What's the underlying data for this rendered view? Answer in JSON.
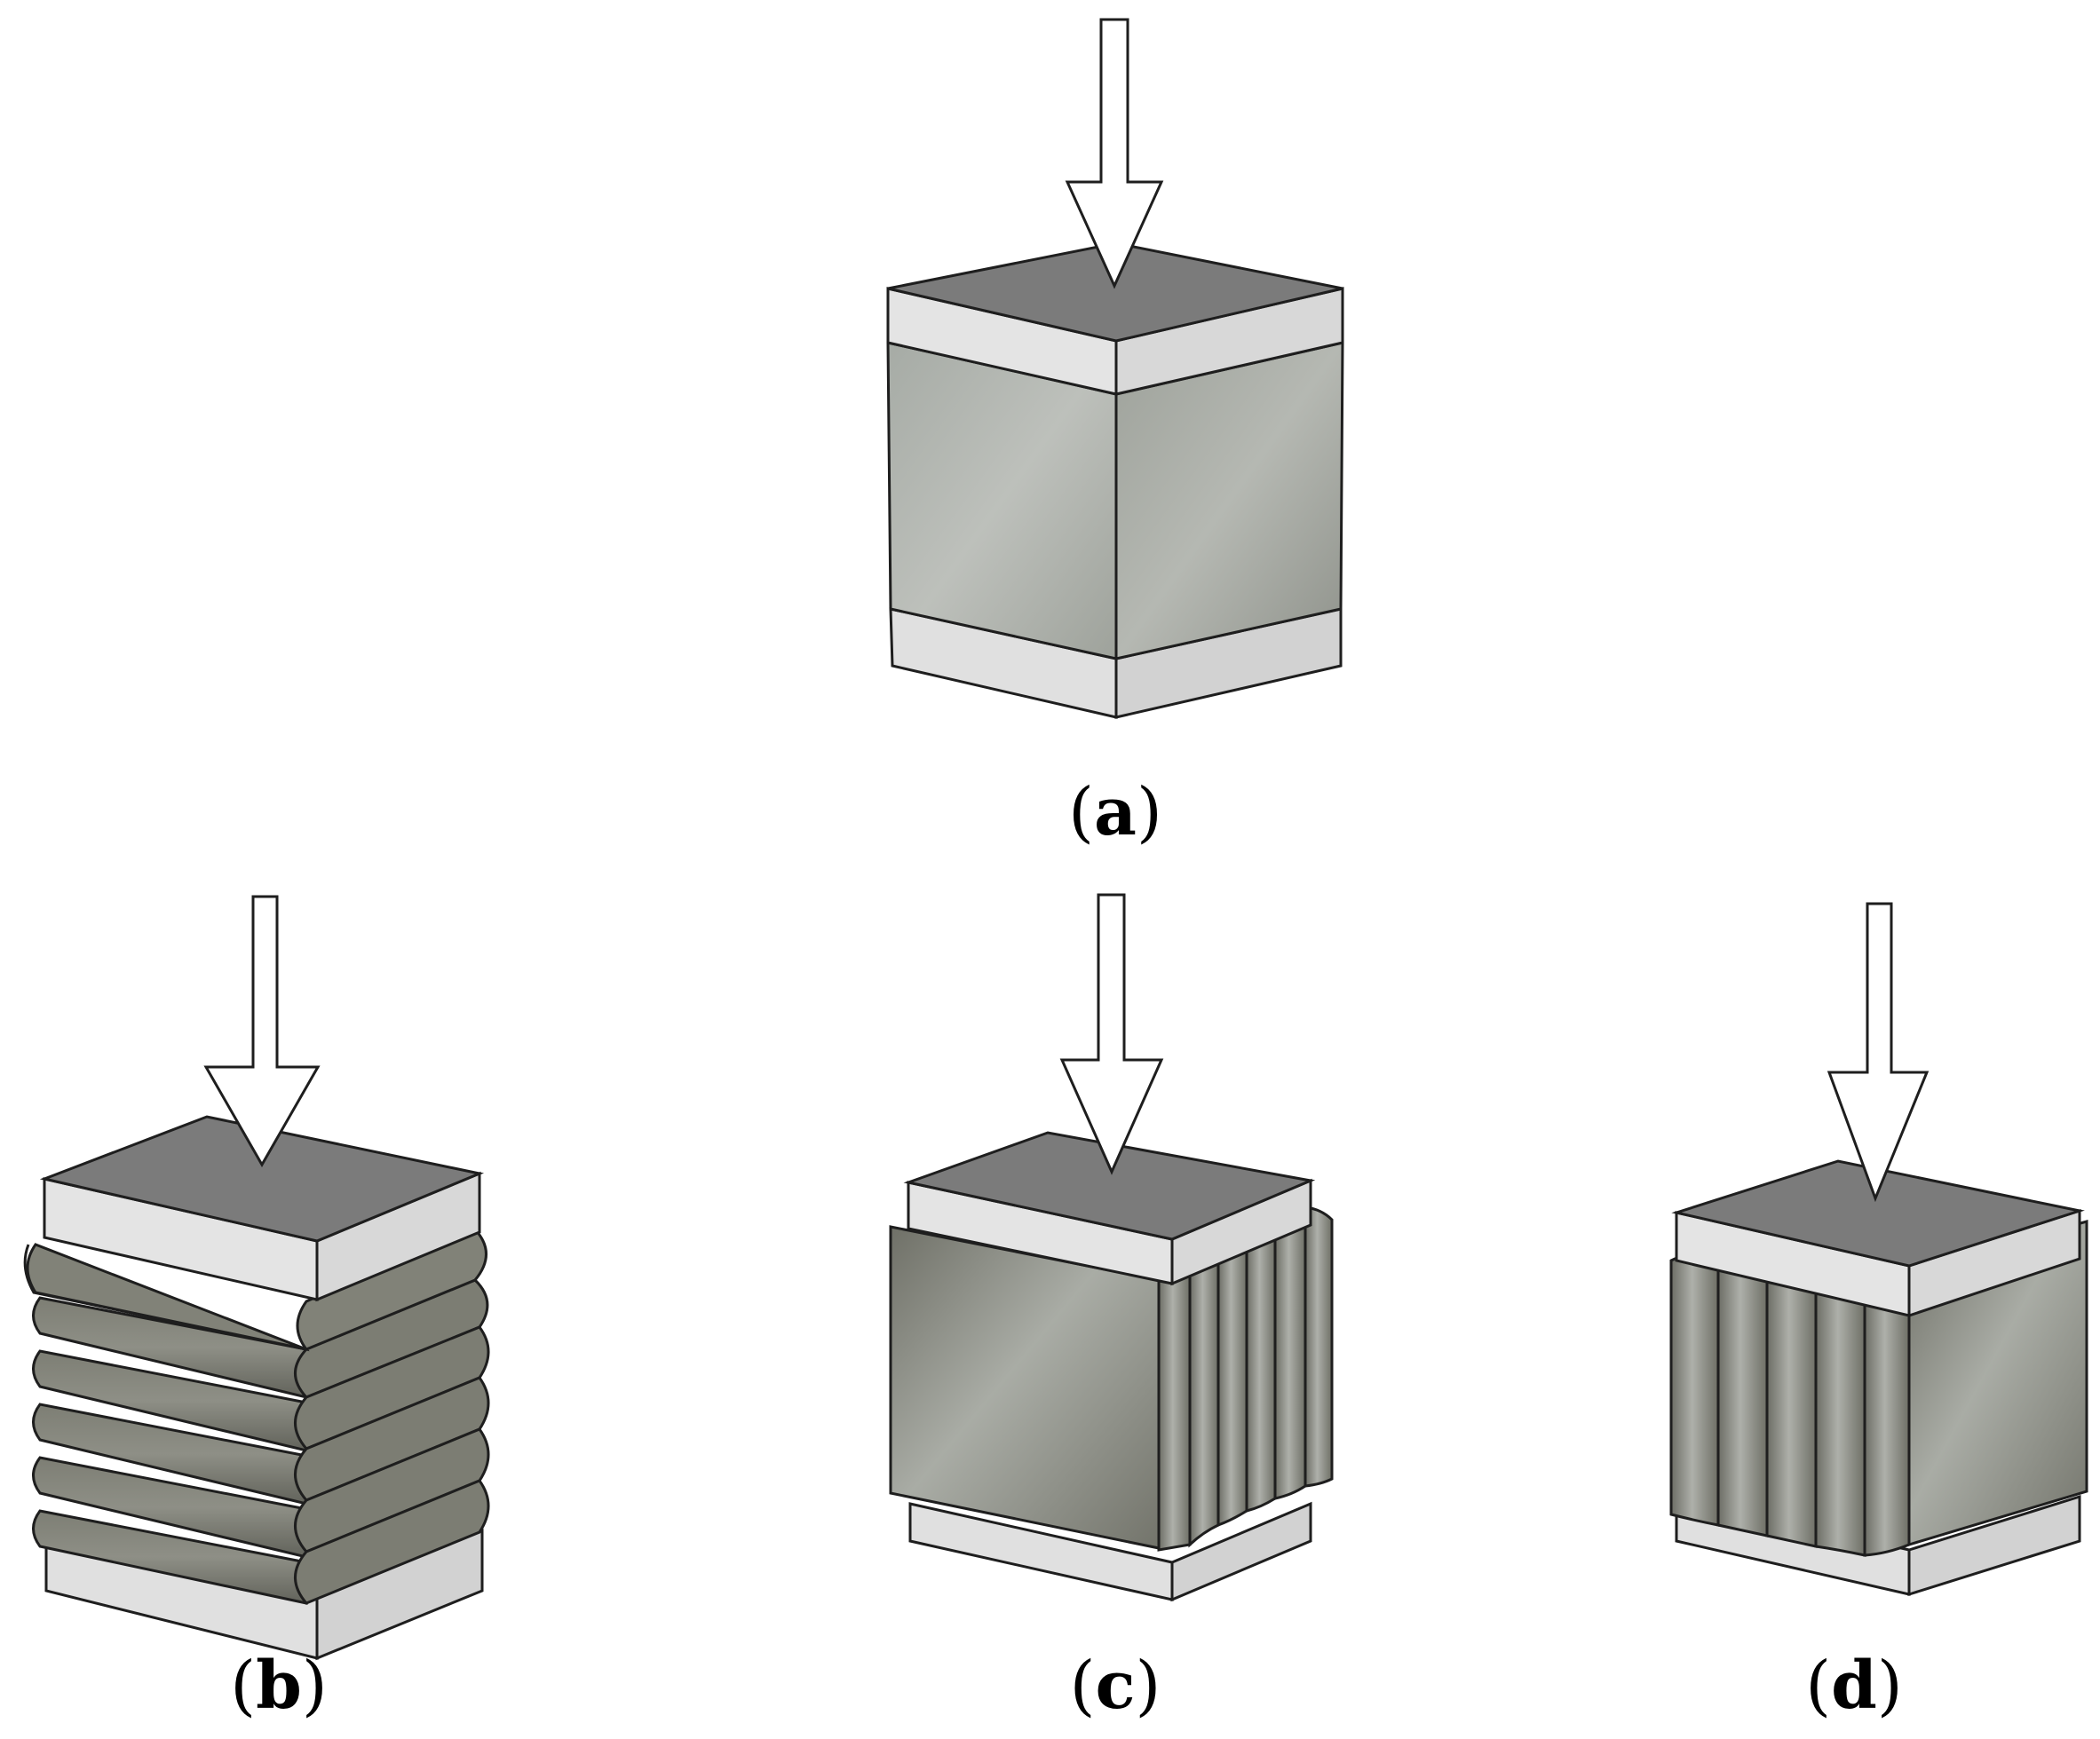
{
  "colors": {
    "plate_top": "#7b7b7b",
    "plate_face": "#e2e2e2",
    "core_light": "#b8bbb6",
    "core_dark": "#7a7b73",
    "arrow_fill": "#ffffff",
    "stroke": "#1e1e1e"
  },
  "panels": [
    {
      "id": "a",
      "letter": "a",
      "variant": "solid-core"
    },
    {
      "id": "b",
      "letter": "b",
      "variant": "horizontal-rods"
    },
    {
      "id": "c",
      "letter": "c",
      "variant": "vertical-rods-partial"
    },
    {
      "id": "d",
      "letter": "d",
      "variant": "vertical-rods-full"
    }
  ]
}
